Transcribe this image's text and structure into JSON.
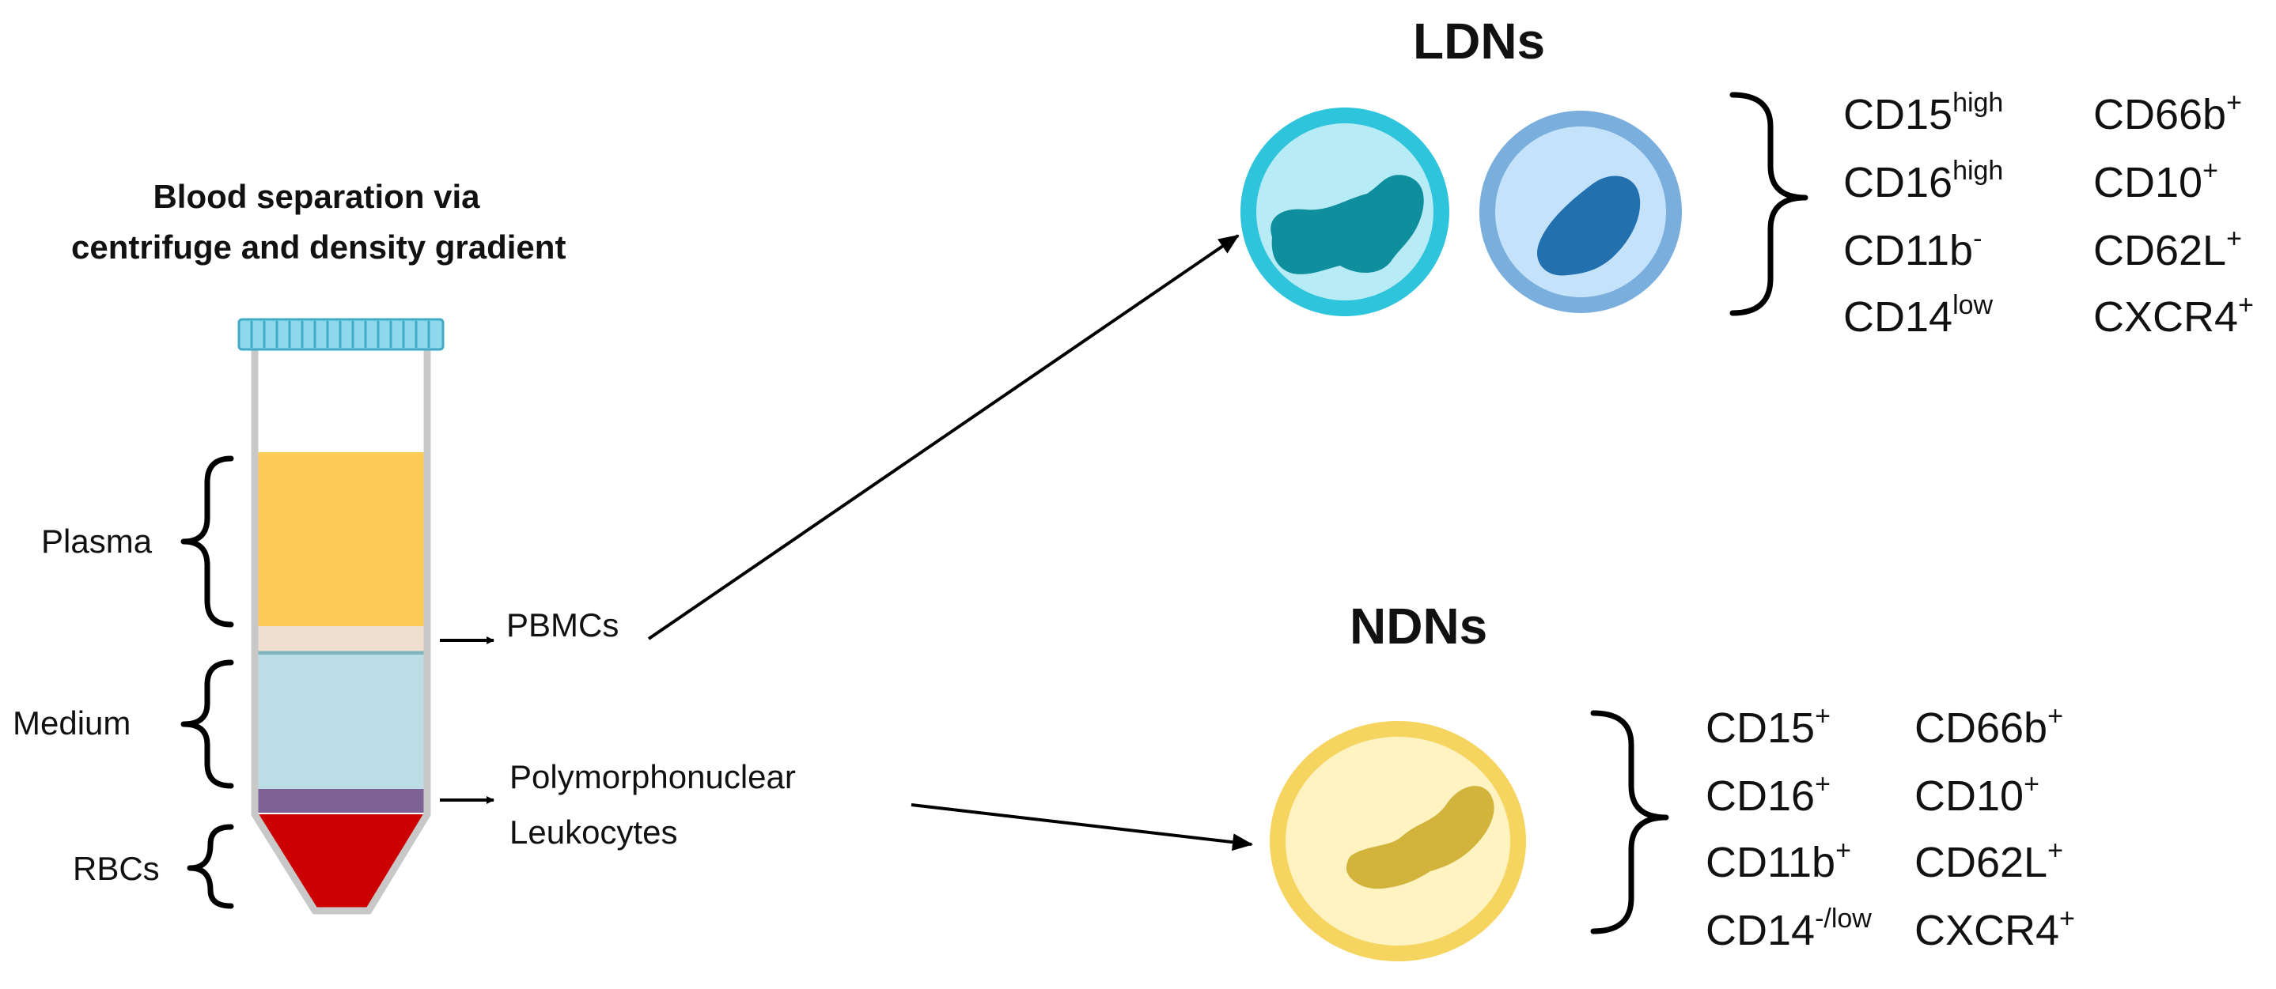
{
  "tube_title": {
    "line1": "Blood separation via",
    "line2": "centrifuge and density gradient"
  },
  "layers": {
    "plasma": "Plasma",
    "medium": "Medium",
    "rbcs": "RBCs"
  },
  "fractions": {
    "pbmcs": "PBMCs",
    "pmn_line1": "Polymorphonuclear",
    "pmn_line2": "Leukocytes"
  },
  "ldns": {
    "title": "LDNs",
    "markers": [
      {
        "base": "CD15",
        "sup": "high"
      },
      {
        "base": "CD16",
        "sup": "high"
      },
      {
        "base": "CD11b",
        "sup": "-"
      },
      {
        "base": "CD14",
        "sup": "low"
      },
      {
        "base": "CD66b",
        "sup": "+"
      },
      {
        "base": "CD10",
        "sup": "+"
      },
      {
        "base": "CD62L",
        "sup": "+"
      },
      {
        "base": "CXCR4",
        "sup": "+"
      }
    ]
  },
  "ndns": {
    "title": "NDNs",
    "markers": [
      {
        "base": "CD15",
        "sup": "+"
      },
      {
        "base": "CD16",
        "sup": "+"
      },
      {
        "base": "CD11b",
        "sup": "+"
      },
      {
        "base": "CD14",
        "sup": "-/low"
      },
      {
        "base": "CD66b",
        "sup": "+"
      },
      {
        "base": "CD10",
        "sup": "+"
      },
      {
        "base": "CD62L",
        "sup": "+"
      },
      {
        "base": "CXCR4",
        "sup": "+"
      }
    ]
  },
  "colors": {
    "plasma": "#FECB57",
    "buffy_coat": "#EEDFCF",
    "medium": "#BDDDE6",
    "pmn_band": "#7E6296",
    "rbc": "#CC0000",
    "tube_cap": "#8FD9EC",
    "ldn_cell_1_outer": "#2EC4DB",
    "ldn_cell_1_inner": "#B7ECF7",
    "ldn_cell_1_nucleus": "#0F8E9E",
    "ldn_cell_2_outer": "#7AAEDC",
    "ldn_cell_2_inner": "#C5E2FB",
    "ldn_cell_2_nucleus": "#2270AE",
    "ndn_cell_outer": "#F5D560",
    "ndn_cell_inner": "#FFF3C1",
    "ndn_cell_nucleus": "#D2B43C"
  }
}
